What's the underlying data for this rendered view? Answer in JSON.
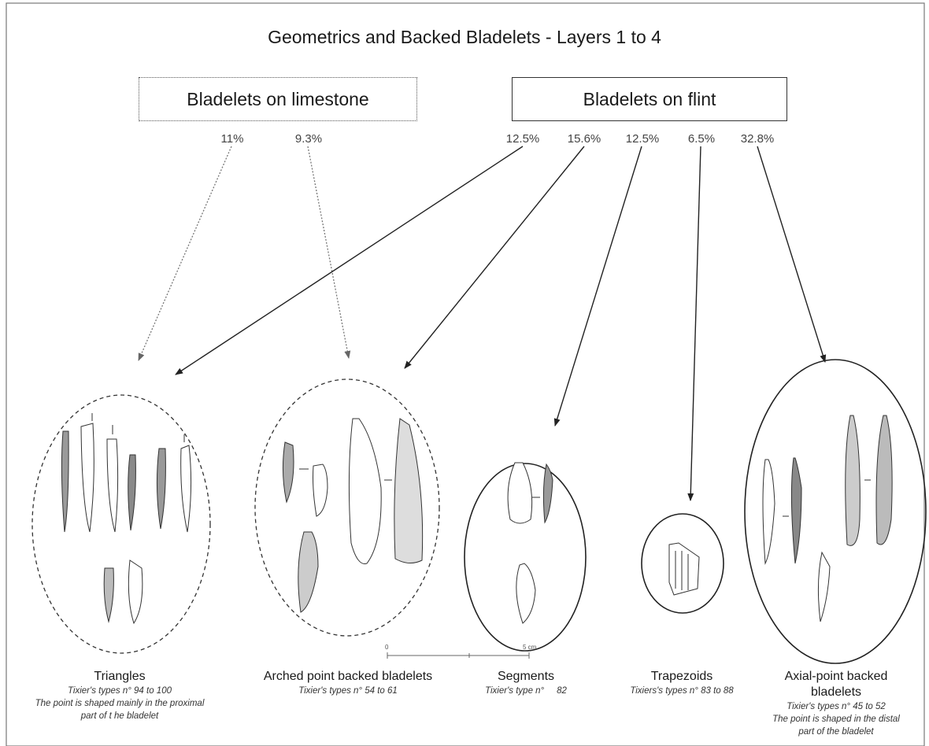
{
  "title": "Geometrics and Backed Bladelets - Layers 1 to 4",
  "groups": {
    "limestone": {
      "label": "Bladelets on limestone",
      "percentages": [
        "11%",
        "9.3%"
      ]
    },
    "flint": {
      "label": "Bladelets on flint",
      "percentages": [
        "12.5%",
        "15.6%",
        "12.5%",
        "6.5%",
        "32.8%"
      ]
    }
  },
  "categories": [
    {
      "name": "Triangles",
      "desc": [
        "Tixier's types n° 94 to 100",
        "The point is shaped mainly in the proximal",
        "part of t he bladelet"
      ],
      "outline": "dashed"
    },
    {
      "name": "Arched point backed bladelets",
      "desc": [
        "Tixier's types n° 54 to 61"
      ],
      "outline": "dashed"
    },
    {
      "name": "Segments",
      "desc": [
        "Tixier's type n°     82"
      ],
      "outline": "solid"
    },
    {
      "name": "Trapezoids",
      "desc": [
        "Tixiers's types n° 83 to 88"
      ],
      "outline": "solid"
    },
    {
      "name": "Axial-point backed bladelets",
      "desc": [
        "Tixier's types n° 45 to 52",
        "The point is shaped in the distal",
        "part of the bladelet"
      ],
      "outline": "solid"
    }
  ],
  "arrows": [
    {
      "from": "limestone 11%",
      "to": "Triangles",
      "style": "dotted"
    },
    {
      "from": "limestone 9.3%",
      "to": "Arched point backed bladelets",
      "style": "dotted"
    },
    {
      "from": "flint 12.5%",
      "to": "Triangles",
      "style": "solid"
    },
    {
      "from": "flint 15.6%",
      "to": "Arched point backed bladelets",
      "style": "solid"
    },
    {
      "from": "flint 12.5%",
      "to": "Segments",
      "style": "solid"
    },
    {
      "from": "flint 6.5%",
      "to": "Trapezoids",
      "style": "solid"
    },
    {
      "from": "flint 32.8%",
      "to": "Axial-point backed bladelets",
      "style": "solid"
    }
  ],
  "scale": {
    "start": "0",
    "end": "5 cm"
  }
}
